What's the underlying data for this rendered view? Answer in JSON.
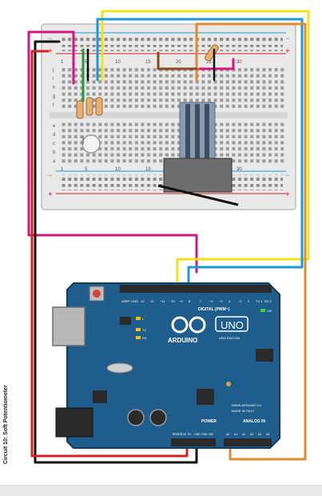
{
  "caption": "Circuit 10: Soft Potentiometer",
  "breadboard": {
    "row_letters_top": [
      "j",
      "i",
      "h",
      "g",
      "f"
    ],
    "row_letters_bottom": [
      "e",
      "d",
      "c",
      "b",
      "a"
    ],
    "column_numbers": [
      "1",
      "5",
      "10",
      "15",
      "20",
      "25",
      "30"
    ],
    "rail_plus": "+",
    "rail_minus": "−"
  },
  "arduino": {
    "brand": "ARDUINO",
    "model": "UNO",
    "model_sub": "UNO EDITION",
    "digital_label": "DIGITAL (PWM~)",
    "power_label": "POWER",
    "analog_label": "ANALOG IN",
    "website": "WWW.ARDUINO.CC",
    "made_in": "MADE IN ITALY",
    "power_pins": [
      "RESET",
      "3.3V",
      "5V",
      "GND",
      "GND",
      "VIN"
    ],
    "analog_pins": [
      "A0",
      "A1",
      "A2",
      "A3",
      "A4",
      "A5"
    ],
    "digital_pins": [
      "AREF",
      "GND",
      "13",
      "12",
      "~11",
      "~10",
      "~9",
      "8",
      "7",
      "~6",
      "~5",
      "4",
      "~3",
      "2",
      "TX 1",
      "RX 0"
    ],
    "led_labels": [
      "L",
      "TX",
      "RX",
      "ON"
    ]
  },
  "colors": {
    "board_blue": "#1f5e8c",
    "breadboard": "#e9e9e9",
    "wire_magenta": "#d4177f",
    "wire_yellow": "#f2e21a",
    "wire_cyan": "#1c9ad6",
    "wire_orange": "#e58a2c",
    "wire_black": "#111111",
    "wire_red": "#d22222",
    "wire_green": "#1f9a3a",
    "wire_brown": "#8b4a1e"
  }
}
